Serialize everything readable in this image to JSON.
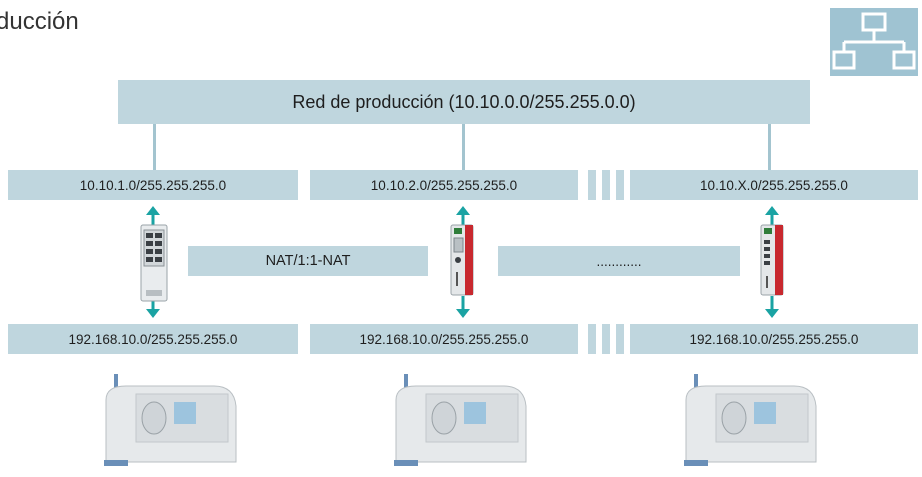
{
  "title": "ducción",
  "network_icon": "network-topology-icon",
  "main_network": {
    "label": "Red de producción (10.10.0.0/255.255.0.0)"
  },
  "subnets": [
    {
      "label": "10.10.1.0/255.255.255.0"
    },
    {
      "label": "10.10.2.0/255.255.255.0"
    },
    {
      "label": "10.10.X.0/255.255.255.0"
    }
  ],
  "nat": {
    "label": "NAT/1:1-NAT",
    "ellipsis": "............"
  },
  "local_networks": [
    {
      "label": "192.168.10.0/255.255.255.0"
    },
    {
      "label": "192.168.10.0/255.255.255.0"
    },
    {
      "label": "192.168.10.0/255.255.255.0"
    }
  ],
  "devices": [
    "switch-device-icon",
    "router-device-icon",
    "router-device-icon"
  ],
  "machines": [
    "machine-icon",
    "machine-icon",
    "machine-icon"
  ],
  "colors": {
    "bar": "#bfd6de",
    "arrow": "#1aa3a3",
    "icon_bg": "#9fc3d2",
    "device_red": "#c8282e"
  }
}
